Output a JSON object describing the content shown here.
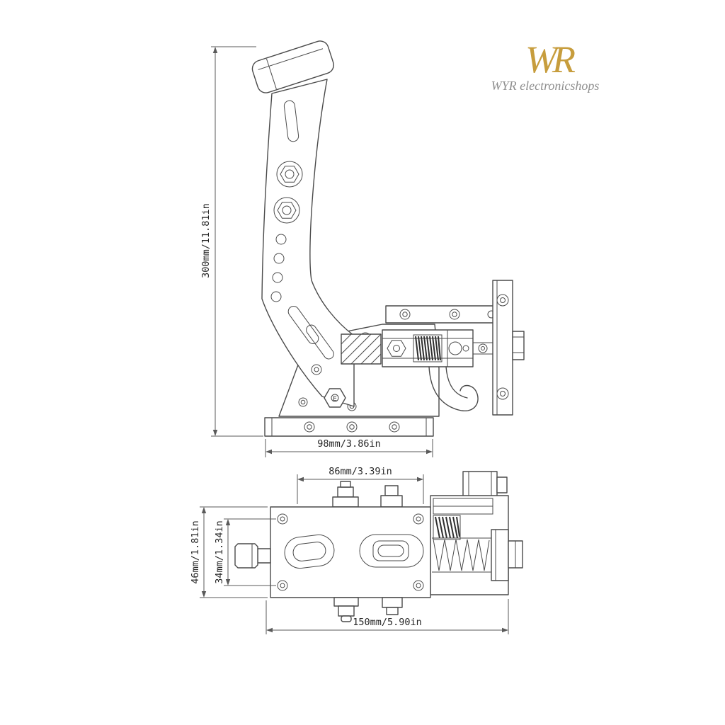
{
  "watermark": {
    "logo": "WR",
    "brand": "WYR electronicshops"
  },
  "side_view": {
    "height_dim": "300mm/11.81in",
    "base_width_dim": "98mm/3.86in",
    "hex_mark": "E"
  },
  "top_view": {
    "body_width_dim": "86mm/3.39in",
    "body_height_dim": "46mm/1.81in",
    "bolt_spacing_dim": "34mm/1.34in",
    "overall_width_dim": "150mm/5.90in"
  },
  "colors": {
    "line": "#4a4a4a",
    "logo_gold": "#c79d3d",
    "brand_gray": "#8f8f8f"
  }
}
